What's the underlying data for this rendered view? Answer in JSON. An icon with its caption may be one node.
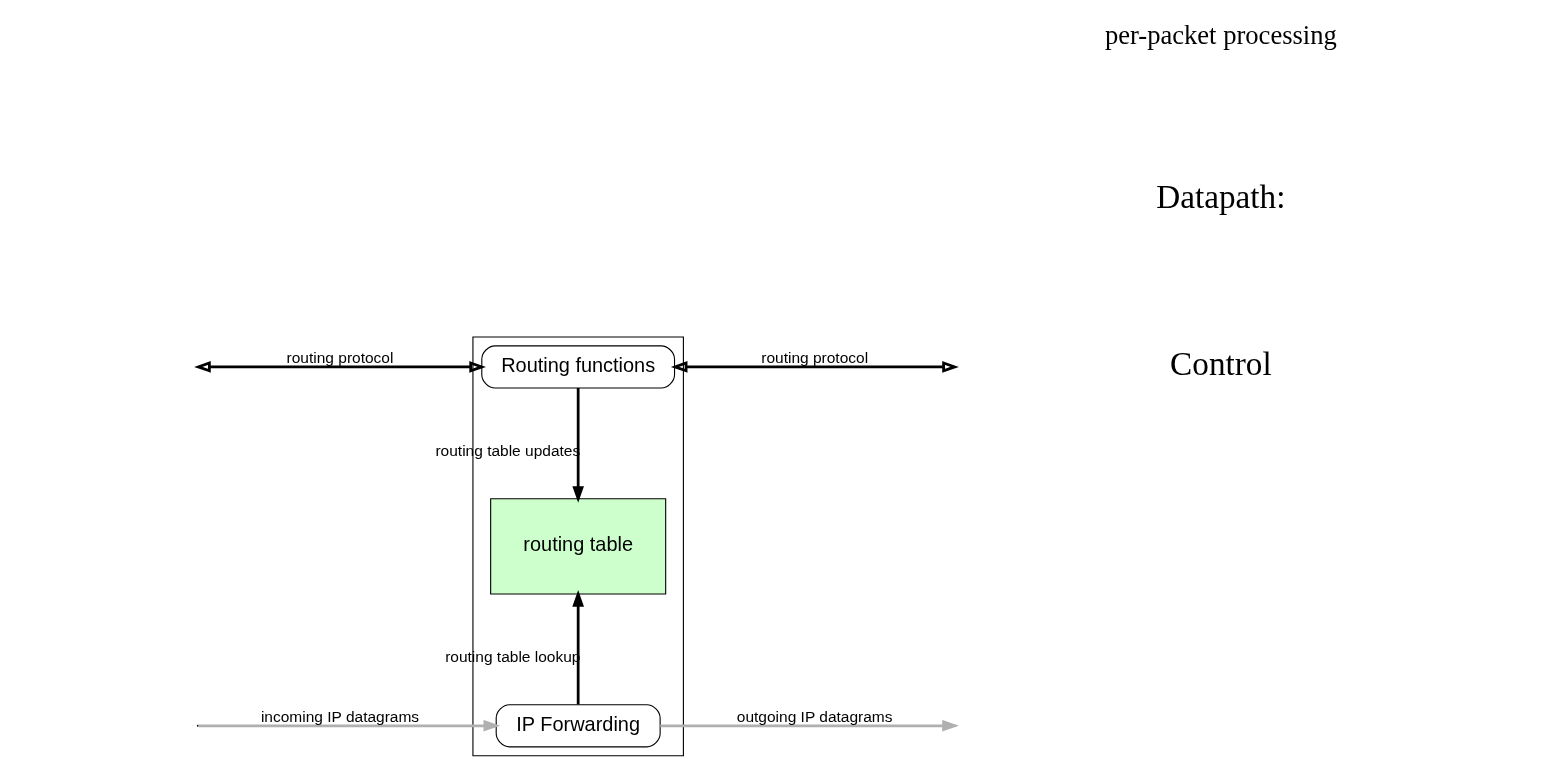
{
  "diagram": {
    "nodes": [
      {
        "text": [],
        "shape": "box"
      },
      {
        "text": [
          "Routing functions"
        ],
        "in": 0
      },
      {
        "text": [
          "routing table"
        ],
        "in": 0
      },
      {
        "text": [
          "IP Forwarding"
        ],
        "in": 0
      }
    ],
    "edges": [
      {
        "from": null,
        "to": 1,
        "arrow": "both",
        "label": "routing protocol"
      },
      {
        "from": 1,
        "to": null,
        "arrow": "both",
        "label": "routing protocol"
      },
      {
        "from": 1,
        "to": 2,
        "arrow": "to",
        "label": "routing table updates"
      },
      {
        "from": 3,
        "to": 2,
        "arrow": "to",
        "label": "routing table lookup"
      },
      {
        "from": null,
        "to": 3,
        "arrow": "to",
        "label": "incoming IP datagrams",
        "color": "#b0b0b0"
      },
      {
        "from": 3,
        "to": null,
        "arrow": "to",
        "label": "outgoing IP datagrams",
        "color": "#b0b0b0"
      }
    ],
    "labels": [
      "Control",
      "Datapath:",
      "per-packet processing"
    ]
  }
}
